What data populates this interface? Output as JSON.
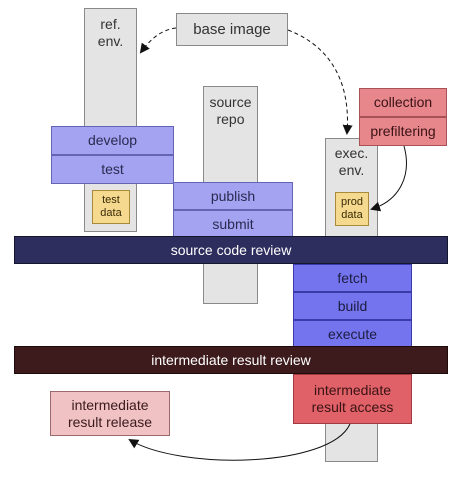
{
  "base_image": "base image",
  "ref_env": "ref.\nenv.",
  "source_repo": "source\nrepo",
  "exec_env": "exec.\nenv.",
  "develop": "develop",
  "test": "test",
  "test_data": "test\ndata",
  "publish": "publish",
  "submit": "submit",
  "collection": "collection",
  "prefiltering": "prefiltering",
  "prod_data": "prod\ndata",
  "source_code_review": "source code review",
  "fetch": "fetch",
  "build": "build",
  "execute": "execute",
  "intermediate_result_review": "intermediate result review",
  "intermediate_result_access": "intermediate\nresult access",
  "intermediate_result_release": "intermediate\nresult release",
  "colors": {
    "review_bar_1": "#2d2d5e",
    "review_bar_2": "#3d1a1c",
    "blue_light": "#a3a3f2",
    "blue_dark": "#7474ee",
    "red": "#e7878c",
    "pink": "#f0c2c4",
    "yellow": "#f5d98e",
    "gray": "#e4e4e4"
  }
}
